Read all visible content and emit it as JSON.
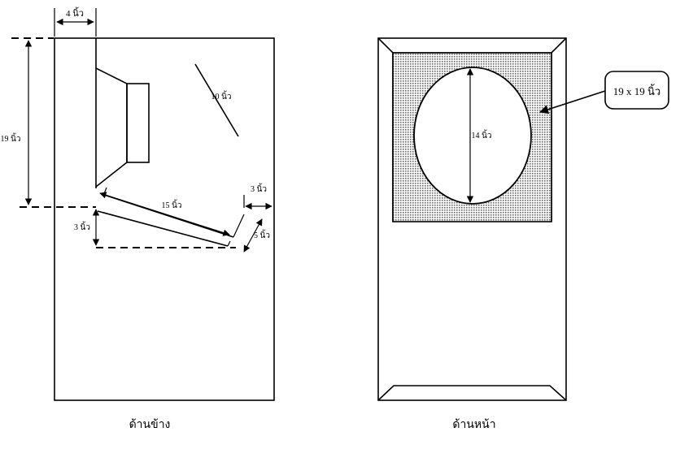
{
  "side_view": {
    "caption": "ด้านข้าง",
    "dims": {
      "top_width": "4 นิ้ว",
      "height": "19 นิ้ว",
      "diagonal": "10 นิ้ว",
      "port_length": "15 นิ้ว",
      "port_gap": "3 นิ้ว",
      "right_width": "3 นิ้ว",
      "right_height": "5 นิ้ว"
    }
  },
  "front_view": {
    "caption": "ด้านหน้า",
    "dims": {
      "hole_diameter": "14 นิ้ว",
      "baffle_size": "19 x 19 นิ้ว"
    }
  },
  "colors": {
    "stroke": "#000000",
    "fill_dots": "#6a6a6a",
    "background": "#ffffff"
  }
}
